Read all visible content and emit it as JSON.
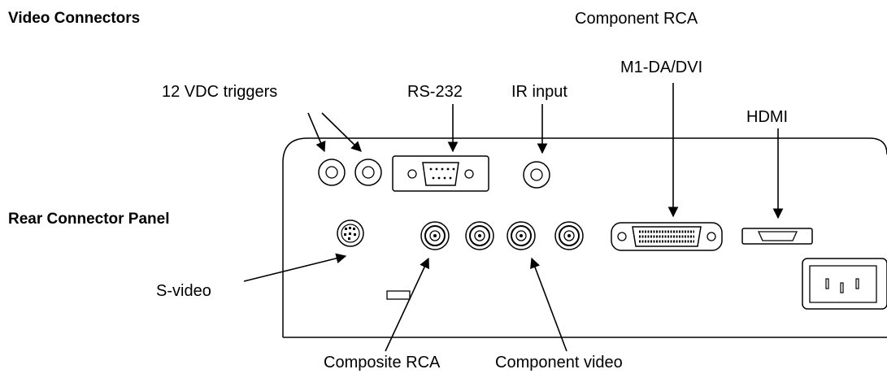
{
  "headings": {
    "video_connectors": "Video Connectors",
    "rear_connector_panel": "Rear Connector Panel"
  },
  "labels": {
    "component_rca_top": "Component RCA",
    "m1_da_dvi": "M1-DA/DVI",
    "vdc_triggers": "12 VDC triggers",
    "rs232": "RS-232",
    "ir_input": "IR input",
    "hdmi": "HDMI",
    "s_video": "S-video",
    "composite_rca": "Composite RCA",
    "component_video": "Component video"
  }
}
